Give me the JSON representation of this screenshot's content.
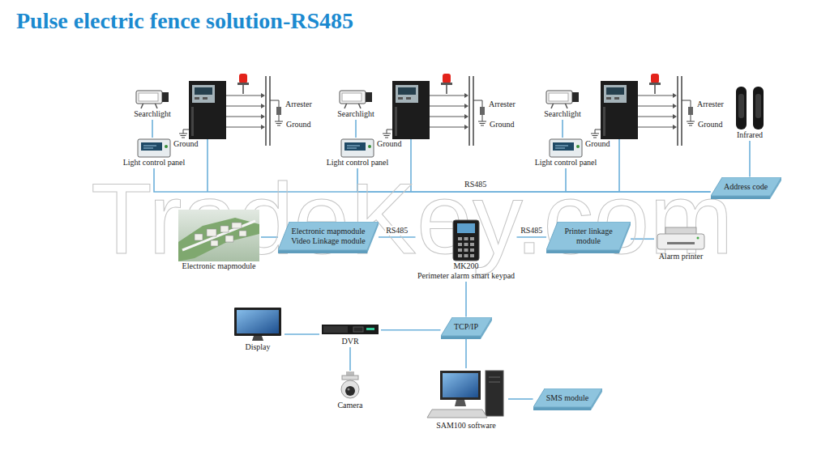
{
  "diagram": {
    "title": "Pulse electric fence solution-RS485",
    "nodes": [
      {
        "text": [
          "Searchlight"
        ]
      },
      {
        "text": [
          "Light control panel"
        ]
      },
      {
        "text": [
          "Searchlight"
        ]
      },
      {
        "text": [
          "Light control panel"
        ]
      },
      {
        "text": [
          "Searchlight"
        ]
      },
      {
        "text": [
          "Light control panel"
        ]
      },
      {
        "text": [
          "Infrared"
        ]
      },
      {
        "text": [
          "Address code"
        ]
      },
      {
        "text": [
          "Electronic mapmodule"
        ]
      },
      {
        "text": [
          "Electronic mapmodule",
          "Video Linkage module"
        ]
      },
      {
        "text": [
          "MK200",
          "Perimeter alarm smart keypad"
        ]
      },
      {
        "text": [
          "Printer linkage module"
        ]
      },
      {
        "text": [
          "Alarm printer"
        ]
      },
      {
        "text": [
          "Display"
        ]
      },
      {
        "text": [
          "DVR"
        ]
      },
      {
        "text": [
          "TCP/IP"
        ]
      },
      {
        "text": [
          "Camera"
        ]
      },
      {
        "text": [
          "SAM100 software"
        ]
      },
      {
        "text": [
          "SMS module"
        ]
      }
    ],
    "edges": [
      {
        "from": 0,
        "to": 1,
        "arrow": "none"
      },
      {
        "from": 2,
        "to": 3,
        "arrow": "none"
      },
      {
        "from": 4,
        "to": 5,
        "arrow": "none"
      },
      {
        "from": 1,
        "to": 7,
        "arrow": "none"
      },
      {
        "from": 3,
        "to": 7,
        "arrow": "none"
      },
      {
        "from": 5,
        "to": 7,
        "arrow": "none"
      },
      {
        "from": 6,
        "to": 7,
        "arrow": "none"
      },
      {
        "from": 8,
        "to": 9,
        "arrow": "none"
      },
      {
        "from": 9,
        "to": 10,
        "label": "RS485",
        "arrow": "none"
      },
      {
        "from": 10,
        "to": 11,
        "label": "RS485",
        "arrow": "none"
      },
      {
        "from": 11,
        "to": 12,
        "arrow": "none"
      },
      {
        "from": 10,
        "to": 15,
        "arrow": "none"
      },
      {
        "from": 14,
        "to": 15,
        "arrow": "none"
      },
      {
        "from": 13,
        "to": 14,
        "arrow": "none"
      },
      {
        "from": 14,
        "to": 16,
        "arrow": "none"
      },
      {
        "from": 15,
        "to": 17,
        "arrow": "none"
      },
      {
        "from": 17,
        "to": 18,
        "arrow": "none"
      }
    ],
    "labels": [
      "Arrester",
      "Ground",
      "Ground",
      "Arrester",
      "Ground",
      "Ground",
      "Arrester",
      "Ground",
      "Ground",
      "RS485",
      "TradeKey.com"
    ]
  }
}
